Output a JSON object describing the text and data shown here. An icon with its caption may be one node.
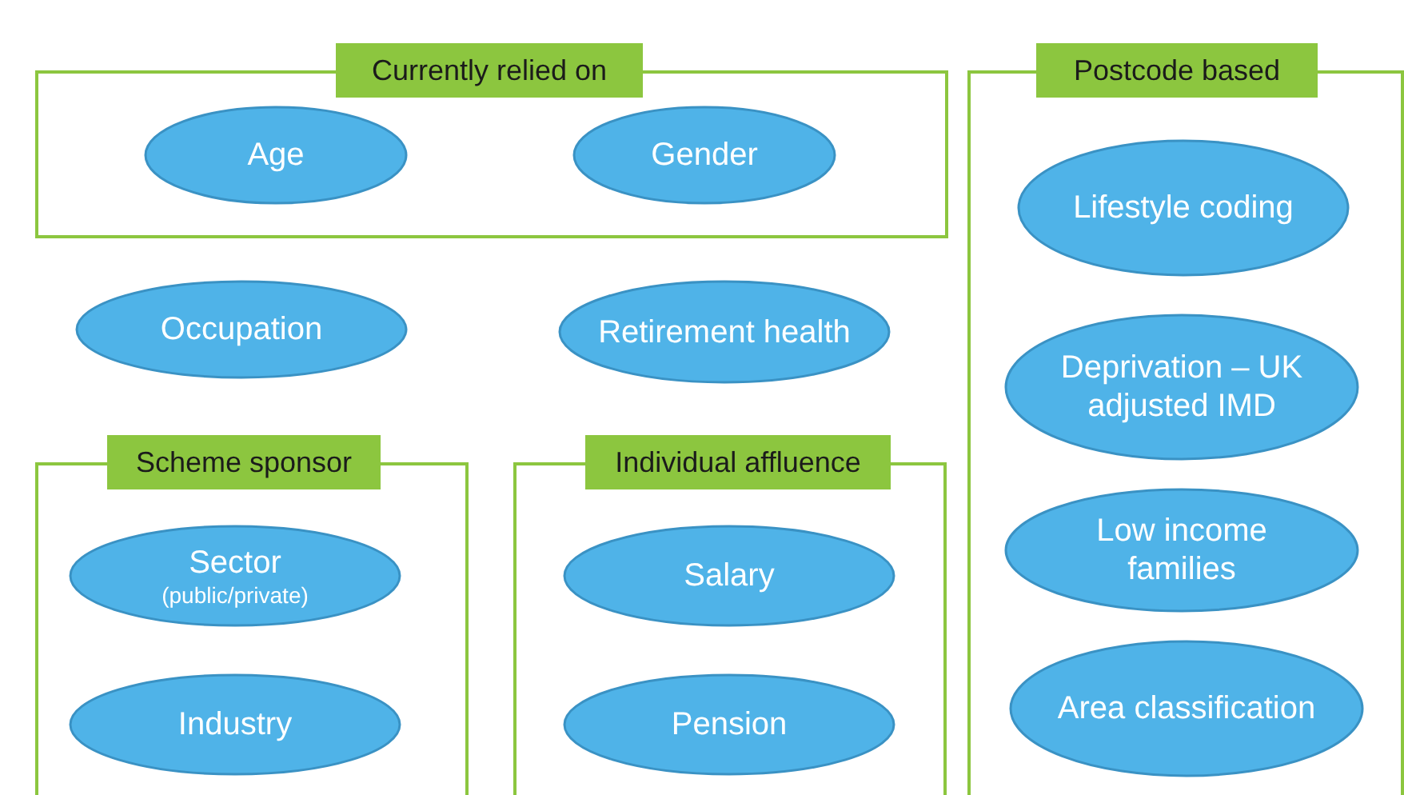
{
  "diagram": {
    "nodes": [
      {
        "text": [
          "Currently relied on"
        ]
      },
      {
        "text": [
          "Age"
        ],
        "in": 0
      },
      {
        "text": [
          "Gender"
        ],
        "in": 0
      },
      {
        "text": [
          "Postcode based"
        ]
      },
      {
        "text": [
          "Lifestyle coding"
        ],
        "in": 3
      },
      {
        "text": [
          "Deprivation – UK adjusted IMD"
        ],
        "in": 3
      },
      {
        "text": [
          "Low income families"
        ],
        "in": 3
      },
      {
        "text": [
          "Area classification"
        ],
        "in": 3
      },
      {
        "text": [
          "Occupation"
        ]
      },
      {
        "text": [
          "Retirement health"
        ]
      },
      {
        "text": [
          "Scheme sponsor"
        ]
      },
      {
        "text": [
          "Sector",
          "(public/private)"
        ],
        "in": 10
      },
      {
        "text": [
          "Industry"
        ],
        "in": 10
      },
      {
        "text": [
          "Individual affluence"
        ]
      },
      {
        "text": [
          "Salary"
        ],
        "in": 13
      },
      {
        "text": [
          "Pension"
        ],
        "in": 13
      }
    ]
  }
}
